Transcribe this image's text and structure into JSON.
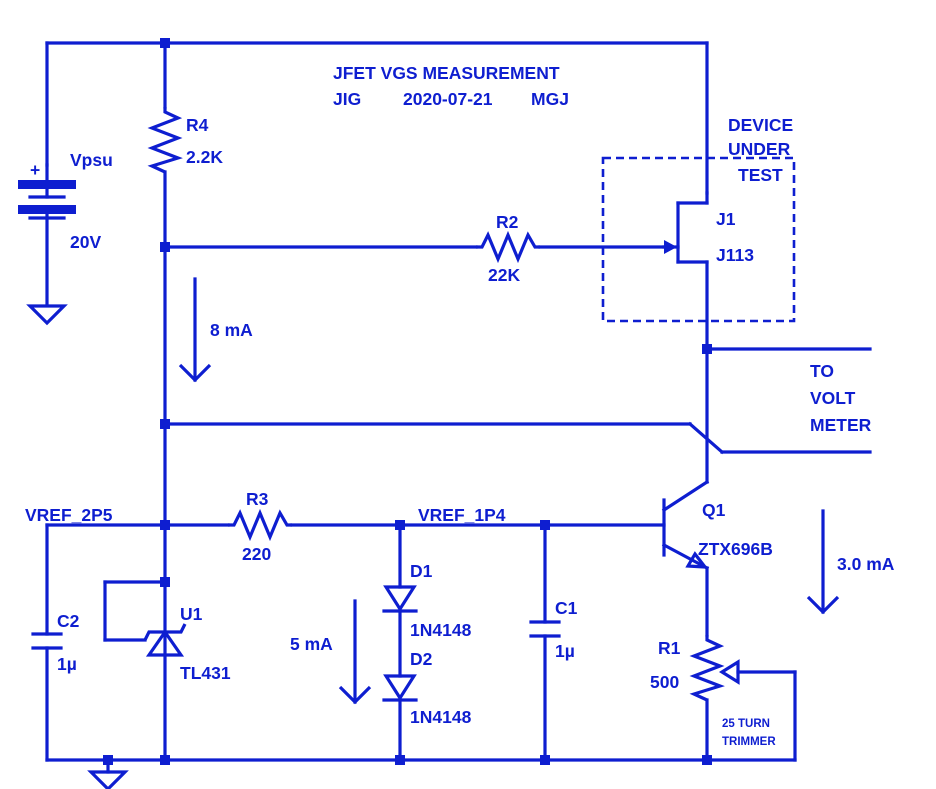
{
  "title": {
    "line1": "JFET VGS MEASUREMENT",
    "line2_left": "JIG",
    "line2_date": "2020-07-21",
    "line2_author": "MGJ"
  },
  "components": {
    "vpsu": {
      "ref": "Vpsu",
      "value": "20V",
      "polarity": "+"
    },
    "r4": {
      "ref": "R4",
      "value": "2.2K"
    },
    "r2": {
      "ref": "R2",
      "value": "22K"
    },
    "j1": {
      "ref": "J1",
      "value": "J113"
    },
    "dut": {
      "line1": "DEVICE",
      "line2": "UNDER",
      "line3": "TEST"
    },
    "r3": {
      "ref": "R3",
      "value": "220"
    },
    "c2": {
      "ref": "C2",
      "value": "1µ"
    },
    "u1": {
      "ref": "U1",
      "value": "TL431"
    },
    "d1": {
      "ref": "D1",
      "value": "1N4148"
    },
    "d2": {
      "ref": "D2",
      "value": "1N4148"
    },
    "c1": {
      "ref": "C1",
      "value": "1µ"
    },
    "q1": {
      "ref": "Q1",
      "value": "ZTX696B"
    },
    "r1": {
      "ref": "R1",
      "value": "500",
      "note_line1": "25 TURN",
      "note_line2": "TRIMMER"
    }
  },
  "nets": {
    "vref_2p5": "VREF_2P5",
    "vref_1p4": "VREF_1P4"
  },
  "meter": {
    "line1": "TO",
    "line2": "VOLT",
    "line3": "METER"
  },
  "currents": {
    "i_r4": "8 mA",
    "i_diodes": "5 mA",
    "i_q1": "3.0 mA"
  },
  "colors": {
    "ink": "#0e1ed0",
    "background": "#ffffff"
  }
}
